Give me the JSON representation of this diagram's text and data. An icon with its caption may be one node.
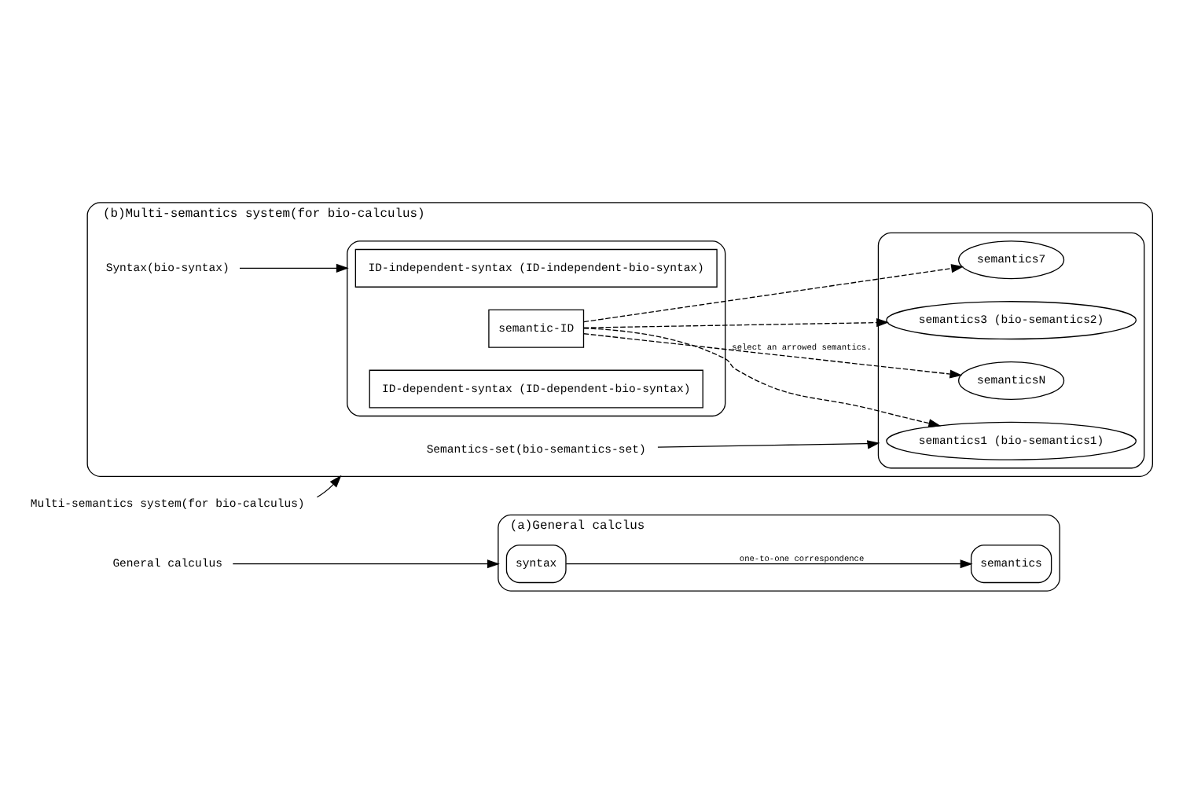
{
  "diagram": {
    "nodes": [
      {
        "text": [
          "(a)General calclus"
        ]
      },
      {
        "text": [
          "syntax"
        ],
        "in": 0
      },
      {
        "text": [
          "semantics"
        ],
        "in": 0
      },
      {
        "text": [
          "General calculus"
        ]
      },
      {
        "text": [
          "(b)Multi-semantics system(for bio-calculus)"
        ]
      },
      {
        "text": [],
        "shape": "box",
        "in": 4
      },
      {
        "text": [
          "ID-independent-syntax (ID-independent-bio-syntax)"
        ],
        "in": 5
      },
      {
        "text": [
          "semantic-ID"
        ],
        "in": 5
      },
      {
        "text": [
          "ID-dependent-syntax (ID-dependent-bio-syntax)"
        ],
        "in": 5
      },
      {
        "text": [],
        "shape": "box",
        "in": 4
      },
      {
        "text": [
          "semantics1 (bio-semantics1)"
        ],
        "in": 9
      },
      {
        "text": [
          "semanticsN"
        ],
        "in": 9
      },
      {
        "text": [
          "semantics3 (bio-semantics2)"
        ],
        "in": 9
      },
      {
        "text": [
          "semantics7"
        ],
        "in": 9
      },
      {
        "text": [
          "Syntax(bio-syntax)"
        ],
        "in": 4
      },
      {
        "text": [
          "Semantics-set(bio-semantics-set)"
        ],
        "in": 4
      },
      {
        "text": [
          "Multi-semantics system(for bio-calculus)"
        ]
      }
    ],
    "edges": [
      {
        "from": 3,
        "to": 0,
        "arrow": "to"
      },
      {
        "from": 1,
        "to": 2,
        "arrow": "to",
        "label": "one-to-one correspondence"
      },
      {
        "from": 7,
        "to": 10,
        "arrow": "to",
        "style": "dashed"
      },
      {
        "from": 7,
        "to": 11,
        "arrow": "to",
        "style": "dashed",
        "label": "select an arrowed semantics."
      },
      {
        "from": 7,
        "to": 12,
        "arrow": "to",
        "style": "dashed"
      },
      {
        "from": 7,
        "to": 13,
        "arrow": "to",
        "style": "dashed"
      },
      {
        "from": 14,
        "to": 5,
        "arrow": "to"
      },
      {
        "from": 15,
        "to": 9,
        "arrow": "to"
      },
      {
        "from": 16,
        "to": 4,
        "arrow": "to"
      }
    ]
  }
}
